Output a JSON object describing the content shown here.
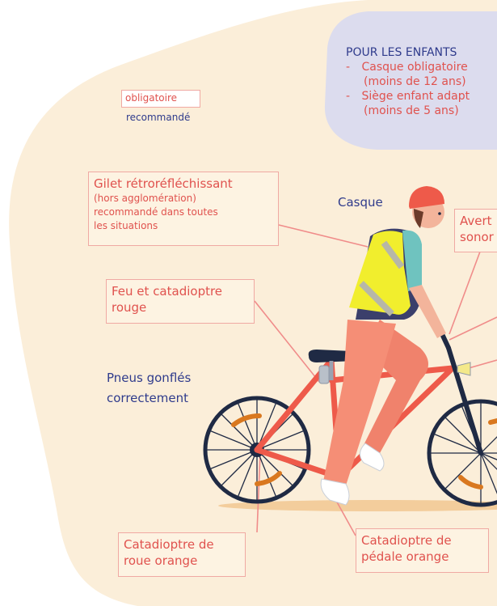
{
  "legend": {
    "required": "obligatoire",
    "recommended": "recommandé"
  },
  "children_box": {
    "title": "POUR LES ENFANTS",
    "items": [
      {
        "bullet": "-",
        "line1": "Casque obligatoire",
        "line2": "(moins de 12 ans)"
      },
      {
        "bullet": "-",
        "line1": "Siège enfant adapt",
        "line2": "(moins de 5 ans)"
      }
    ]
  },
  "labels": {
    "vest": {
      "title": "Gilet rétroréfléchissant",
      "line2": "(hors agglomération)",
      "line3": "recommandé dans toutes",
      "line4": "les situations"
    },
    "helmet": "Casque",
    "horn": {
      "line1": "Avert",
      "line2": "sonor"
    },
    "rear_light": {
      "line1": "Feu et catadioptre",
      "line2": "rouge"
    },
    "tires": {
      "line1": "Pneus gonflés",
      "line2": "correctement"
    },
    "wheel_reflector": {
      "line1": "Catadioptre de",
      "line2": "roue orange"
    },
    "pedal_reflector": {
      "line1": "Catadioptre de",
      "line2": "pédale orange"
    }
  },
  "colors": {
    "background_blob": "#fbeed9",
    "children_box_bg": "#dcdcee",
    "required_red": "#e0524e",
    "recommended_blue": "#2f3b8c",
    "bike_frame": "#ee5a4a",
    "vest_yellow": "#f1ee2d",
    "pants": "#f0826c",
    "reflector_orange": "#d9781f"
  }
}
